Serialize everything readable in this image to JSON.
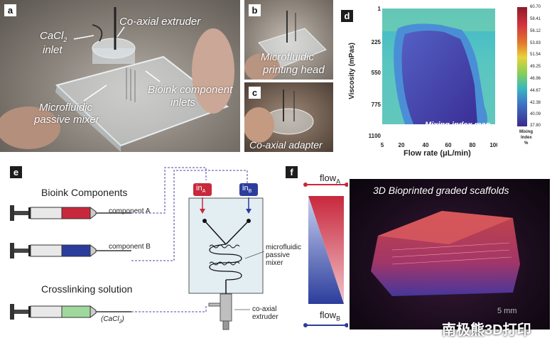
{
  "panel_a": {
    "label": "a",
    "coaxial_extruder": "Co-axial extruder",
    "cacl2_inlet_line1": "CaCl",
    "cacl2_inlet_sub": "2",
    "cacl2_inlet_line2": "inlet",
    "bioink_line1": "Bioink component",
    "bioink_line2": "inlets",
    "mixer_line1": "Microfluidic",
    "mixer_line2": "passive mixer"
  },
  "panel_b": {
    "label": "b",
    "caption_line1": "Microfluidic",
    "caption_line2": "printing head"
  },
  "panel_c": {
    "label": "c",
    "caption": "Co-axial adapter"
  },
  "panel_d": {
    "label": "d",
    "map_title": "Mixing index map",
    "ylabel": "Viscosity (mPas)",
    "xlabel": "Flow rate (μL/min)",
    "cb_label_1": "Mixing",
    "cb_label_2": "Index",
    "cb_label_3": "%"
  },
  "panel_e": {
    "label": "e",
    "bioink_title": "Bioink Components",
    "component_a": "component A",
    "component_b": "component B",
    "crosslink_title": "Crosslinking solution",
    "cacl2": "(CaCl",
    "cacl2_sub": "2",
    "cacl2_end": ")",
    "in_a": "in",
    "in_a_sub": "A",
    "in_b": "in",
    "in_b_sub": "B",
    "mixer_l1": "microfluidic",
    "mixer_l2": "passive",
    "mixer_l3": "mixer",
    "extruder_l1": "co-axial",
    "extruder_l2": "extruder"
  },
  "panel_f": {
    "label": "f",
    "flow_a": "flow",
    "flow_a_sub": "A",
    "flow_b": "flow",
    "flow_b_sub": "B",
    "title": "3D Bioprinted graded scaffolds",
    "scale": "5 mm",
    "watermark": "南极熊3D打印"
  },
  "colors": {
    "red": "#c8283c",
    "blue": "#2b3d9c",
    "green": "#9fd89c",
    "chamber": "#e3eef3"
  },
  "chart_data": {
    "type": "heatmap",
    "title": "Mixing index map",
    "xlabel": "Flow rate (μL/min)",
    "ylabel": "Viscosity (mPas)",
    "x_ticks": [
      "5",
      "20",
      "40",
      "60",
      "80",
      "100"
    ],
    "y_ticks": [
      "1",
      "225",
      "550",
      "775",
      "1100"
    ],
    "xlim": [
      5,
      100
    ],
    "ylim": [
      1,
      1100
    ],
    "colorbar_label": "Mixing Index %",
    "colorbar_ticks": [
      "60.70",
      "58.41",
      "56.12",
      "53.83",
      "51.54",
      "49.25",
      "46.96",
      "44.67",
      "42.38",
      "40.09",
      "37.80"
    ],
    "colorbar_range": [
      37.8,
      60.7
    ]
  }
}
